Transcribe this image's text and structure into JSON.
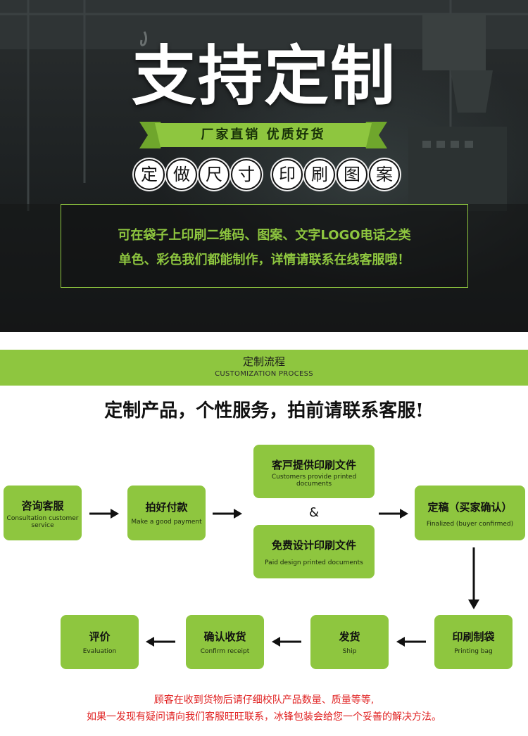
{
  "hero": {
    "title": "支持定制",
    "ribbon": "厂家直销 优质好货",
    "circles": [
      "定",
      "做",
      "尺",
      "寸",
      "印",
      "刷",
      "图",
      "案"
    ],
    "info_line1": "可在袋子上印刷二维码、图案、文字LOGO电话之类",
    "info_line2": "单色、彩色我们都能制作，详情请联系在线客服哦！"
  },
  "process": {
    "title": "定制流程",
    "subtitle": "CUSTOMIZATION PROCESS",
    "tagline": "定制产品，个性服务，拍前请联系客服!"
  },
  "steps": {
    "consult": {
      "cn": "咨询客服",
      "en": "Consultation customer service"
    },
    "payment": {
      "cn": "拍好付款",
      "en": "Make a good payment"
    },
    "provide": {
      "cn": "客戸提供印刷文件",
      "en": "Customers provide printed documents"
    },
    "amp": "&",
    "design": {
      "cn": "免费设计印刷文件",
      "en": "Paid design printed documents"
    },
    "finalize": {
      "cn": "定稿（买家确认）",
      "en": "Finalized (buyer confirmed)"
    },
    "printing": {
      "cn": "印刷制袋",
      "en": "Printing bag"
    },
    "ship": {
      "cn": "发货",
      "en": "Ship"
    },
    "confirm": {
      "cn": "确认收货",
      "en": "Confirm receipt"
    },
    "evaluate": {
      "cn": "评价",
      "en": "Evaluation"
    }
  },
  "footer": {
    "line1": "顾客在收到货物后请仔细校队产品数量、质量等等,",
    "line2": "如果一发现有疑问请向我们客服旺旺联系，冰锋包装会给您一个妥善的解决方法。"
  },
  "colors": {
    "accent": "#8ec63f",
    "footer_text": "#e02020",
    "dark": "#1f2324"
  }
}
